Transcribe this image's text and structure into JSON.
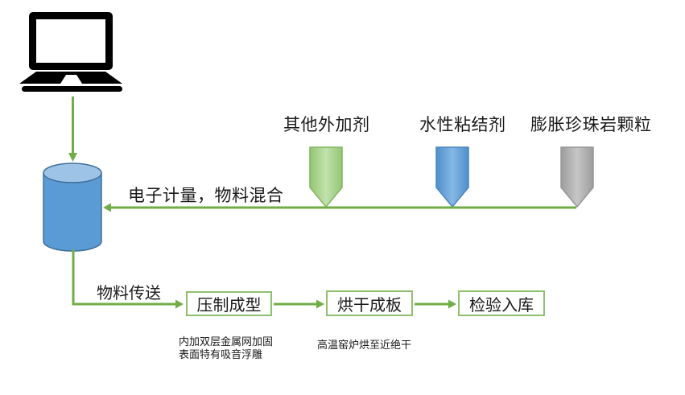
{
  "colors": {
    "arrow_green": "#70ad47",
    "box_border_green": "#8fc06e",
    "cylinder_blue": "#5b9bd5",
    "cylinder_top_blue": "#9dc3e6",
    "cylinder_stroke": "#41719c",
    "funnel_green": "#a9d18e",
    "funnel_blue": "#5b9bd5",
    "funnel_gray": "#a6a6a6",
    "laptop_black": "#000000",
    "text_black": "#1a1a1a"
  },
  "inputs": [
    {
      "label": "其他外加剂",
      "color": "green"
    },
    {
      "label": "水性粘结剂",
      "color": "blue"
    },
    {
      "label": "膨胀珍珠岩颗粒",
      "color": "gray"
    }
  ],
  "mixer": {
    "metering_label": "电子计量，物料混合",
    "transfer_label": "物料传送"
  },
  "process": {
    "steps": [
      {
        "label": "压制成型"
      },
      {
        "label": "烘干成板"
      },
      {
        "label": "检验入库"
      }
    ],
    "notes": [
      {
        "lines": [
          "内加双层金属网加固",
          "表面特有吸音浮雕"
        ]
      },
      {
        "lines": [
          "高温窑炉烘至近绝干"
        ]
      }
    ]
  }
}
